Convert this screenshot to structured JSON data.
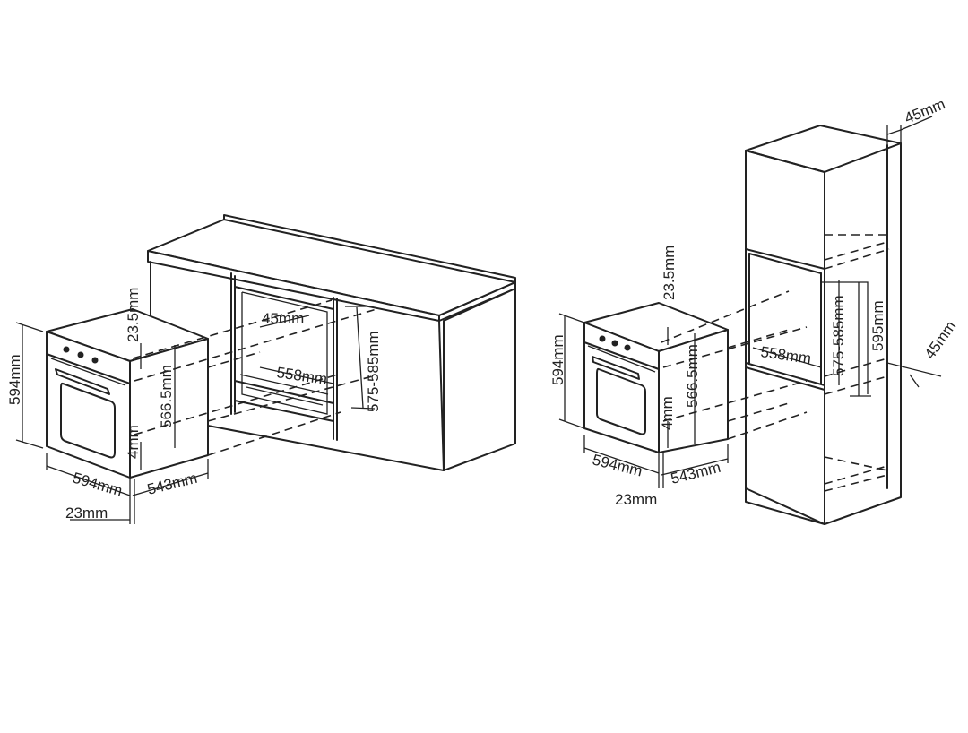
{
  "left_installation": {
    "oven": {
      "height": "594mm",
      "width": "594mm",
      "depth": "543mm",
      "front_protrusion": "23mm",
      "top_gap": "23.5mm",
      "inner_height": "566.5mm",
      "bottom_gap": "4mm"
    },
    "cabinet": {
      "rear_gap": "45mm",
      "cutout_depth": "558mm",
      "cutout_height": "575-585mm"
    }
  },
  "right_installation": {
    "oven": {
      "height": "594mm",
      "width": "594mm",
      "depth": "543mm",
      "front_protrusion": "23mm",
      "top_gap": "23.5mm",
      "inner_height": "566.5mm",
      "bottom_gap": "4mm"
    },
    "column": {
      "top_gap": "45mm",
      "side_gap": "45mm",
      "cutout_depth": "558mm",
      "cutout_height_min": "575-585mm",
      "cutout_height": "595mm"
    }
  }
}
